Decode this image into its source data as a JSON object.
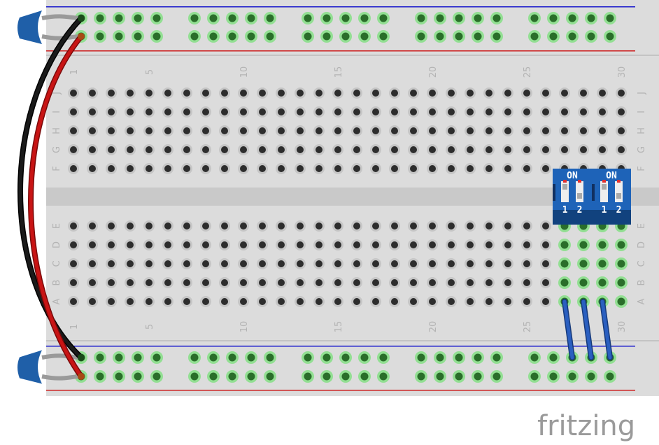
{
  "breadboard": {
    "columns": 30,
    "column_labels": [
      "1",
      "5",
      "10",
      "15",
      "20",
      "25",
      "30"
    ],
    "rows_top": [
      "J",
      "I",
      "H",
      "G",
      "F"
    ],
    "rows_bottom": [
      "E",
      "D",
      "C",
      "B",
      "A"
    ],
    "highlighted_columns": [
      27,
      28,
      29,
      30
    ],
    "colors": {
      "board": "#dcdcdc",
      "channel": "#c9c9c9",
      "hole": "#2d2d2d",
      "hole_active": "#2a6e2a",
      "glow": "#7fe07f",
      "rail_blue": "#1a1acc",
      "rail_red": "#cc1a1a"
    }
  },
  "dip_switches": [
    {
      "label": "ON",
      "positions": [
        "1",
        "2"
      ]
    },
    {
      "label": "ON",
      "positions": [
        "1",
        "2"
      ]
    }
  ],
  "wires": [
    {
      "color": "#1a1a1a",
      "name": "black-wire"
    },
    {
      "color": "#c81414",
      "name": "red-wire"
    },
    {
      "color": "#2a5fc0",
      "name": "blue-wire"
    }
  ],
  "logo": {
    "text": "fritzing"
  }
}
